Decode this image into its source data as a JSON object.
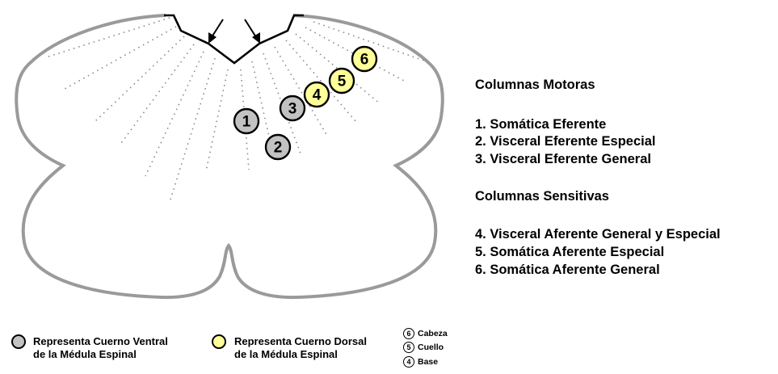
{
  "colors": {
    "ventral": "#c2c2c2",
    "dorsal": "#ffff99",
    "outline": "#9a9a9a"
  },
  "columns": [
    {
      "num": "1",
      "type": "ventral"
    },
    {
      "num": "2",
      "type": "ventral"
    },
    {
      "num": "3",
      "type": "ventral"
    },
    {
      "num": "4",
      "type": "dorsal"
    },
    {
      "num": "5",
      "type": "dorsal"
    },
    {
      "num": "6",
      "type": "dorsal"
    }
  ],
  "legend_text": {
    "motor_heading": "Columnas Motoras",
    "motor_items": [
      "1. Somática Eferente",
      "2. Visceral Eferente Especial",
      "3. Visceral Eferente General"
    ],
    "sensory_heading": "Columnas Sensitivas",
    "sensory_items": [
      "4. Visceral Aferente General y Especial",
      "5. Somática Aferente Especial",
      "6. Somática Aferente General"
    ]
  },
  "bottom_legend": {
    "ventral_line1": "Representa Cuerno Ventral",
    "ventral_line2": "de la Médula Espinal",
    "dorsal_line1": "Representa Cuerno Dorsal",
    "dorsal_line2": "de la Médula Espinal",
    "head_num": "6",
    "head_label": "Cabeza",
    "neck_num": "5",
    "neck_label": "Cuello",
    "base_num": "4",
    "base_label": "Base"
  }
}
